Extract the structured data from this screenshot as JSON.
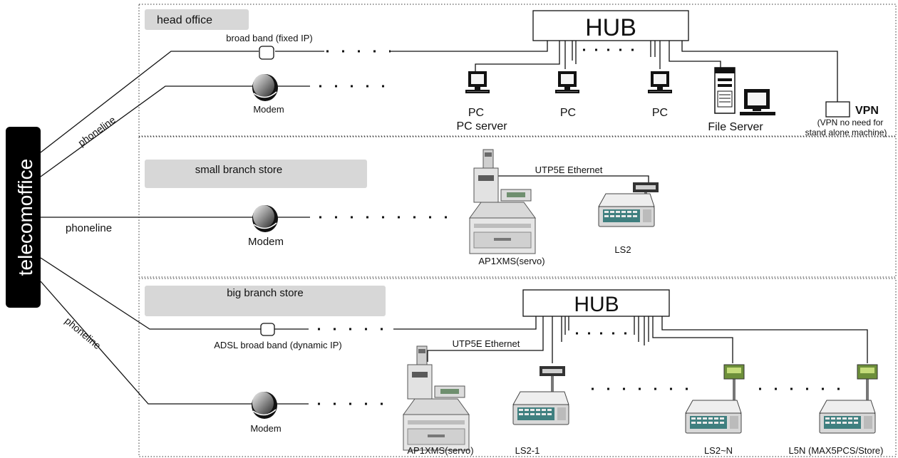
{
  "telecom": {
    "label": "telecomoffice"
  },
  "head_office": {
    "title": "head office",
    "hub": "HUB",
    "broadband": "broad band (fixed IP)",
    "modem": "Modem",
    "phoneline": "phoneline",
    "pc1": "PC",
    "pc1_sub": "PC server",
    "pc2": "PC",
    "pc3": "PC",
    "file_server": "File Server",
    "vpn": "VPN",
    "vpn_note_1": "(VPN no need for",
    "vpn_note_2": "stand alone machine)"
  },
  "small_branch": {
    "title": "small branch store",
    "phoneline": "phoneline",
    "modem": "Modem",
    "ethernet": "UTP5E Ethernet",
    "pos": "AP1XMS(servo)",
    "scale": "LS2"
  },
  "big_branch": {
    "title": "big branch store",
    "hub": "HUB",
    "adsl": "ADSL broad band (dynamic IP)",
    "phoneline": "phoneline",
    "modem": "Modem",
    "ethernet": "UTP5E Ethernet",
    "pos": "AP1XMS(servo)",
    "scale1": "LS2-1",
    "scale2": "LS2~N",
    "scale3": "L5N (MAX5PCS/Store)"
  }
}
